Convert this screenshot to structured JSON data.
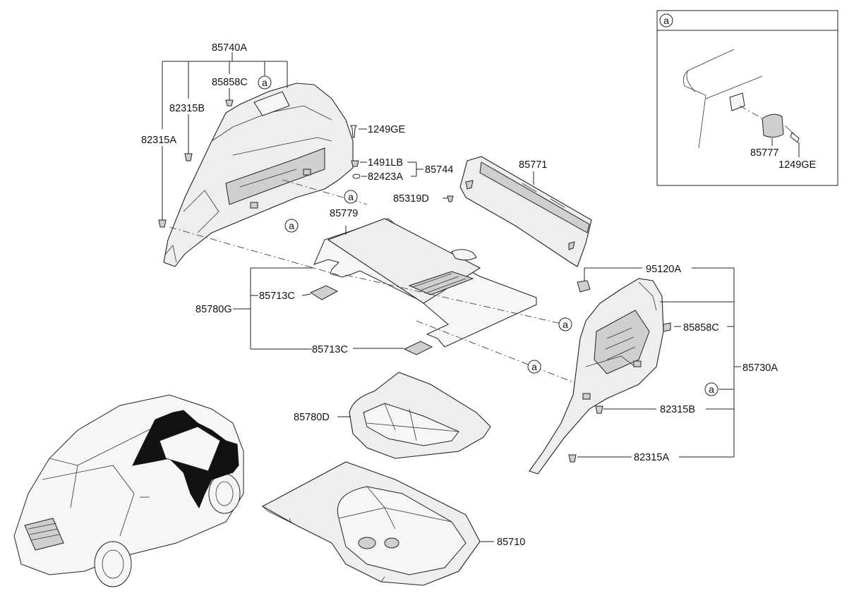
{
  "callout_marker": "a",
  "inset": {
    "marker": "a",
    "labels": {
      "clip": "85777",
      "screw": "1249GE"
    }
  },
  "labels": {
    "p85740A": "85740A",
    "p85858C_l": "85858C",
    "p82315B_l": "82315B",
    "p82315A_l": "82315A",
    "p1249GE": "1249GE",
    "p1491LB": "1491LB",
    "p82423A": "82423A",
    "p85744": "85744",
    "p85771": "85771",
    "p85319D": "85319D",
    "p85779": "85779",
    "p85713C_a": "85713C",
    "p85713C_b": "85713C",
    "p85780G": "85780G",
    "p95120A": "95120A",
    "p85858C_r": "85858C",
    "p85730A": "85730A",
    "p82315B_r": "82315B",
    "p82315A_r": "82315A",
    "p85780D": "85780D",
    "p85710": "85710"
  }
}
